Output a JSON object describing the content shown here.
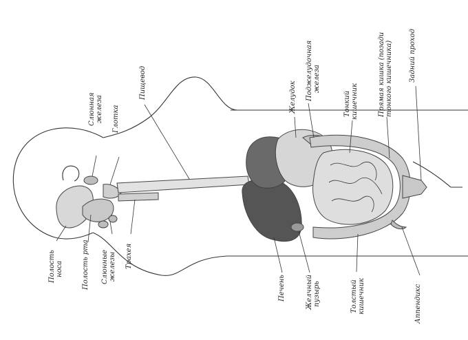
{
  "labels": {
    "nasal_cavity": [
      "Полость",
      "носа"
    ],
    "oral_cavity": "Полость рта",
    "salivary_glands_lower": [
      "Слюнные",
      "железы"
    ],
    "trachea": "Трахея",
    "salivary_gland_upper": [
      "Слюнная",
      "железа"
    ],
    "pharynx": "Глотка",
    "esophagus": "Пищевод",
    "stomach": "Желудок",
    "pancreas": [
      "Поджелудочная",
      "железа"
    ],
    "small_intestine": [
      "Тонкий",
      "кишечник"
    ],
    "rectum": [
      "Прямая кишка (позади",
      "тонкого кишечника)"
    ],
    "anus": "Задний проход",
    "liver": "Печень",
    "gallbladder": [
      "Желчный",
      "пузырь"
    ],
    "large_intestine": [
      "Толстый",
      "кишечник"
    ],
    "appendix": "Аппендикс"
  }
}
